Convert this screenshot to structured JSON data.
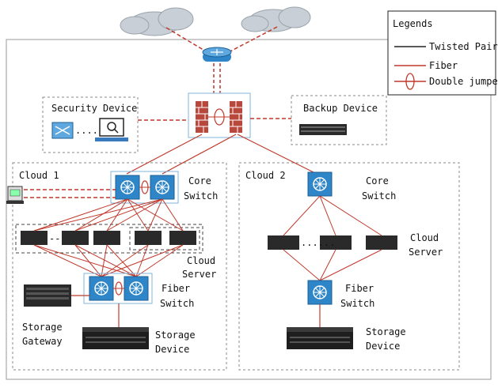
{
  "legend": {
    "title": "Legends",
    "items": [
      {
        "label": "Twisted Pair",
        "kind": "twisted-pair"
      },
      {
        "label": "Fiber",
        "kind": "fiber"
      },
      {
        "label": "Double jumper",
        "kind": "double-jumper"
      }
    ]
  },
  "devices": {
    "security_device": "Security Device",
    "backup_device": "Backup Device",
    "cloud1_title": "Cloud 1",
    "cloud2_title": "Cloud 2",
    "core_switch_1": [
      "Core",
      "Switch"
    ],
    "core_switch_2": [
      "Core",
      "Switch"
    ],
    "cloud_server_1": [
      "Cloud",
      "Server"
    ],
    "cloud_server_2": [
      "Cloud",
      "Server"
    ],
    "fiber_switch_1": [
      "Fiber",
      "Switch"
    ],
    "fiber_switch_2": [
      "Fiber",
      "Switch"
    ],
    "storage_gateway": [
      "Storage",
      "Gateway"
    ],
    "storage_device_1": [
      "Storage",
      "Device"
    ],
    "storage_device_2": [
      "Storage",
      "Device"
    ],
    "server_ellipsis_1": "--",
    "server_ellipsis_2": "......",
    "security_ellipsis": "......"
  },
  "colors": {
    "fiber": "#c0392b",
    "twisted_pair": "#222222",
    "cloud_fill": "#c8cfd6",
    "switch_blue": "#2e86c9",
    "firewall_red": "#b8483c",
    "frame": "#9a9a9a"
  }
}
